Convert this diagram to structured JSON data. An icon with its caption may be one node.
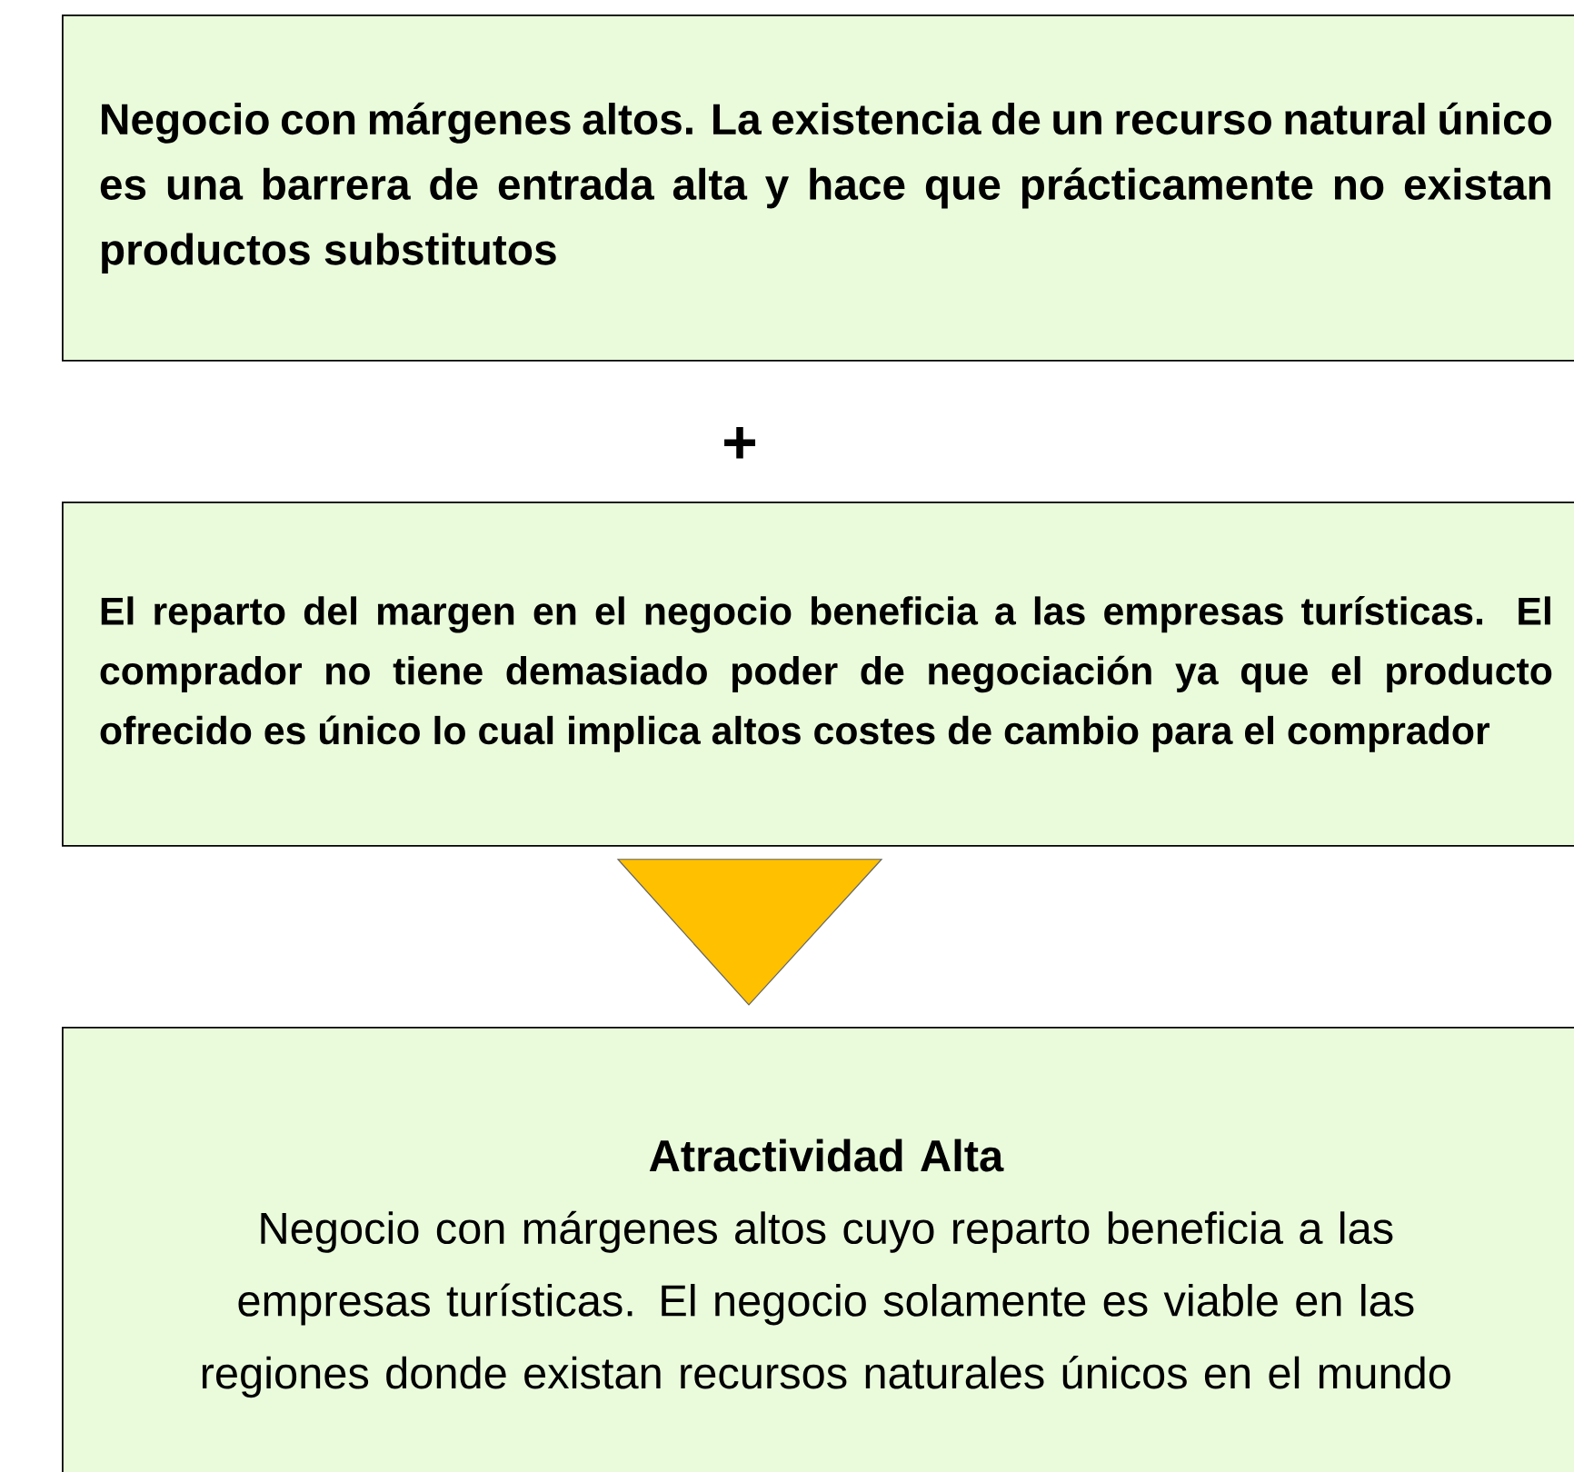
{
  "diagram": {
    "nodes": [
      {
        "text": [
          "Negocio con márgenes altos. La existencia de un recurso natural único es una barrera de entrada alta y hace que prácticamente no existan productos substitutos"
        ]
      },
      {
        "text": [
          "El reparto del margen en el negocio beneficia a las empresas turísticas. El comprador no tiene demasiado poder de negociación ya que el producto ofrecido es único lo cual implica altos costes de cambio para el comprador"
        ]
      },
      {
        "text": [
          "Atractividad Alta",
          "Negocio con márgenes altos cuyo reparto beneficia a las empresas turísticas. El negocio solamente es viable en las regiones donde existan recursos naturales únicos en el mundo"
        ]
      }
    ],
    "edges": [
      {
        "from": 1,
        "to": 2,
        "arrow": "to"
      }
    ],
    "labels": [
      "+"
    ]
  }
}
